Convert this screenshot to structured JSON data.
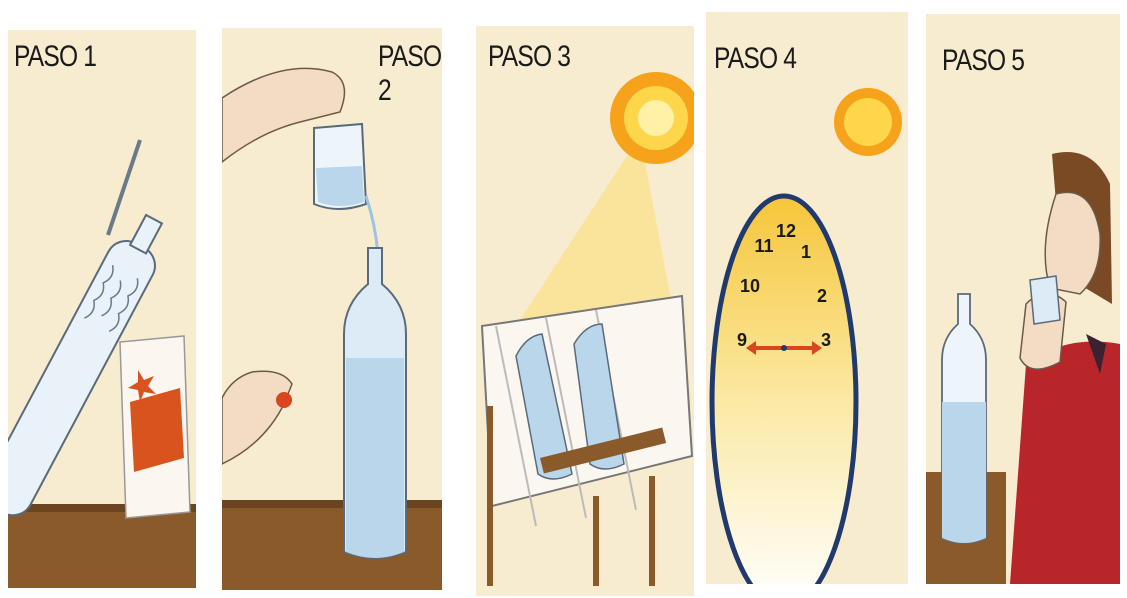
{
  "steps": [
    {
      "label": "PASO 1",
      "icon": "bottle-and-detergent"
    },
    {
      "label": "PASO 2",
      "icon": "pour-water-into-bottle"
    },
    {
      "label": "PASO 3",
      "icon": "bottles-in-sun"
    },
    {
      "label": "PASO 4",
      "icon": "clock-and-sun"
    },
    {
      "label": "PASO 5",
      "icon": "person-drinking-water"
    }
  ],
  "clock_numbers": [
    "12",
    "11",
    "1",
    "10",
    "2",
    "9",
    "3"
  ],
  "colors": {
    "background": "#f7ecd0",
    "table": "#8a5a2b",
    "sun": "#f2b21a",
    "water": "#b9d6ea"
  }
}
